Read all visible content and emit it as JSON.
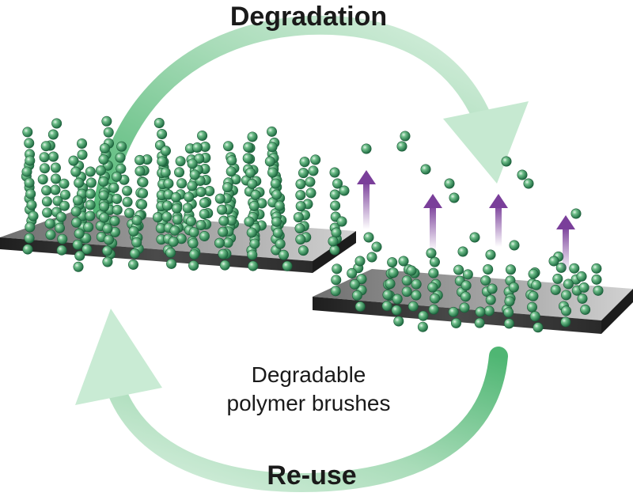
{
  "labels": {
    "top": "Degradation",
    "bottom": "Re-use",
    "caption_line1": "Degradable",
    "caption_line2": "polymer brushes"
  },
  "colors": {
    "cycle_arrow": "#5dbf7e",
    "bead": "#2f8a57",
    "release_arrow": "#7a3f9a",
    "substrate_top": "#9a9a9a",
    "substrate_side": "#2b2b2b"
  },
  "icons": {
    "cycle_arrows": "circular-arrow-icon",
    "release_arrows": "up-arrow-icon",
    "substrates": "surface-slab-icon",
    "polymer_chains": "bead-chain-icon"
  }
}
